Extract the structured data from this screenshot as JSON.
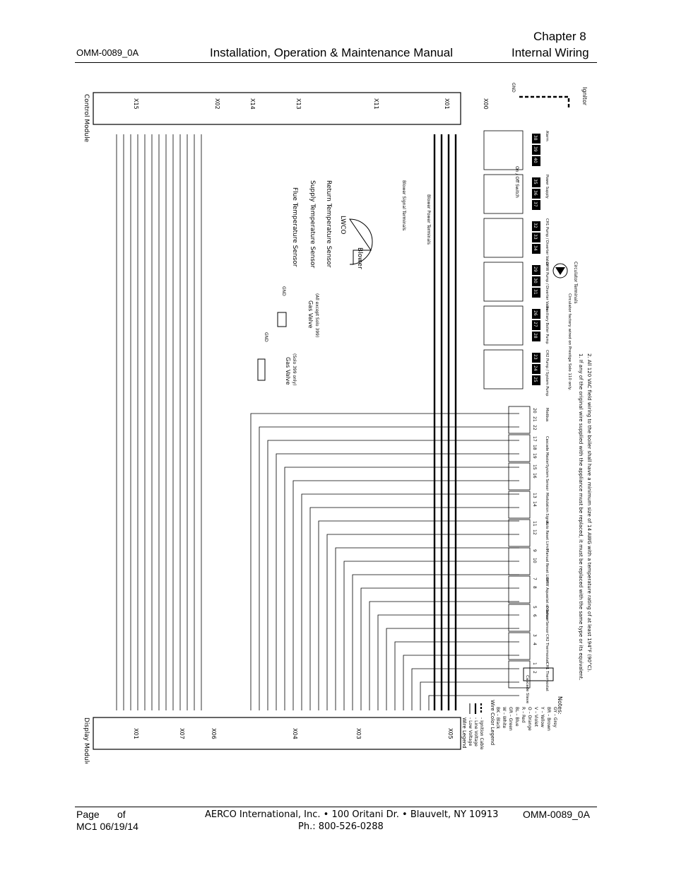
{
  "header": {
    "chapter": "Chapter 8",
    "doc_id": "OMM-0089_0A",
    "title": "Installation, Operation & Maintenance Manual",
    "section": "Internal Wiring"
  },
  "footer": {
    "page_label": "Page",
    "of_label": "of",
    "revision": "MC1 06/19/14",
    "company": "AERCO International, Inc. • 100 Oritani Dr. •  Blauvelt, NY 10913",
    "phone": "Ph.: 800-526-0288",
    "doc_id": "OMM-0089_0A"
  },
  "diagram": {
    "control_module": {
      "title": "Control Module",
      "connectors": [
        "X15",
        "X02",
        "X14",
        "X13",
        "X11",
        "X01",
        "X00"
      ]
    },
    "display_module": {
      "title": "Display Module",
      "connectors": [
        "X01",
        "X07",
        "X06",
        "X04",
        "X03",
        "X05"
      ]
    },
    "components": {
      "flue_sensor": "Flue Temperature Sensor",
      "supply_sensor": "Supply Temperature Sensor",
      "return_sensor": "Return Temperature Sensor",
      "lwco": "LWCO",
      "blower": "Blower",
      "blower_signal": "Blower Signal Terminals",
      "blower_power": "Blower Power Terminals",
      "gas_valve_1": "Gas Valve",
      "gas_valve_1_note": "(Solo 399 only)",
      "gas_valve_2": "Gas Valve",
      "gas_valve_2_note": "(All except Solo 399)",
      "gnd": "GND",
      "ignitor": "Ignitor",
      "on_off_switch": "On / Off Switch",
      "circulator_terminals": "Circulator Terminals",
      "circulator_note": "Circulator factory wired on Prestige Solo 110 only.",
      "cascade_slave": "Cascade Slave"
    },
    "power_terminals": [
      {
        "pins": [
          "38",
          "39",
          "40"
        ],
        "label": "Alarm"
      },
      {
        "pins": [
          "35",
          "36",
          "37"
        ],
        "label": "Power Supply"
      },
      {
        "pins": [
          "32",
          "33",
          "34"
        ],
        "label": "CH1 Pump / Diverter Valve"
      },
      {
        "pins": [
          "29",
          "30",
          "31"
        ],
        "label": "DHW Pump / Diverter Valve"
      },
      {
        "pins": [
          "26",
          "27",
          "28"
        ],
        "label": "Auxiliary Boiler Pump"
      },
      {
        "pins": [
          "23",
          "24",
          "25"
        ],
        "label": "CH2 Pump / System Pump"
      }
    ],
    "lowvolt_terminals": [
      {
        "pins": [
          "20",
          "21",
          "22"
        ],
        "label": "Modbus"
      },
      {
        "pins": [
          "17",
          "18",
          "19"
        ],
        "label": "Cascade Master"
      },
      {
        "pins": [
          "15",
          "16"
        ],
        "label": "System Sensor"
      },
      {
        "pins": [
          "13",
          "14"
        ],
        "label": "Modulation Signal"
      },
      {
        "pins": [
          "11",
          "12"
        ],
        "label": "Auto Reset Limit"
      },
      {
        "pins": [
          "9",
          "10"
        ],
        "label": "Manual Reset Limit"
      },
      {
        "pins": [
          "7",
          "8"
        ],
        "label": "DHW Aquastat or Sensor"
      },
      {
        "pins": [
          "5",
          "6"
        ],
        "label": "Outdoor Sensor"
      },
      {
        "pins": [
          "3",
          "4"
        ],
        "label": "CH2 Thermostat"
      },
      {
        "pins": [
          "1",
          "2"
        ],
        "label": "CH1 Thermostat"
      }
    ],
    "wire_legend": {
      "title": "Wire Legend",
      "items": [
        "- Low Voltage",
        "- Line Voltage",
        "- Ignition Cable"
      ]
    },
    "color_legend": {
      "title": "Wire Color Legend",
      "items": [
        "BK – Black",
        "W – White",
        "GR – Green",
        "BL – Blue",
        "R – Red",
        "O – Orange",
        "V – Violet",
        "Y – Yellow",
        "BR – Brown",
        "GY – Grey"
      ]
    },
    "notes": {
      "title": "Notes:",
      "items": [
        "1. If any of the original wire supplied with the appliance must be replaced, it must be replaced with the same type or its equivalent.",
        "2. All 120 VAC field wiring to the boiler shall have a minimum size of 14 AWG with a temperature rating of at least 194°F (90°C)."
      ]
    }
  }
}
